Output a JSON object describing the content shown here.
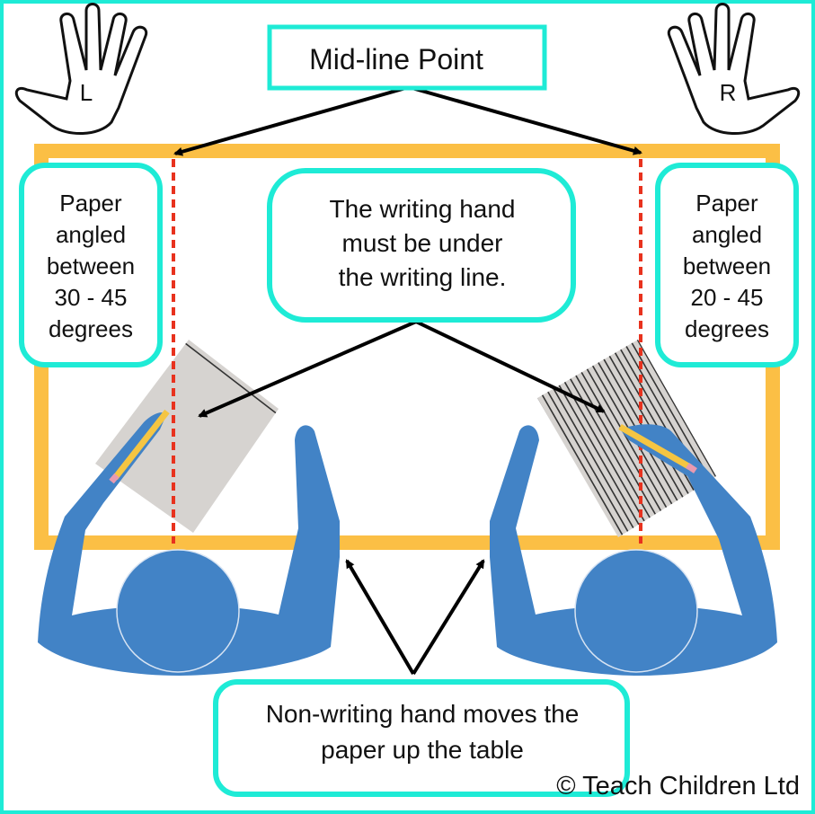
{
  "colors": {
    "frame": "#1EEBD6",
    "table": "#FBBF45",
    "midline": "#E8321E",
    "figure": "#4283C6",
    "paper": "#D6D3D0",
    "arrow": "#000000"
  },
  "hands": {
    "left_letter": "L",
    "right_letter": "R"
  },
  "midline_label": "Mid-line Point",
  "left_note": {
    "lines": [
      "Paper",
      "angled",
      "between",
      "30 - 45",
      "degrees"
    ]
  },
  "right_note": {
    "lines": [
      "Paper",
      "angled",
      "between",
      "20 - 45",
      "degrees"
    ]
  },
  "center_note": {
    "lines": [
      "The writing hand",
      "must be under",
      "the writing line."
    ]
  },
  "bottom_note": {
    "lines": [
      "Non-writing hand moves the",
      "paper up the table"
    ]
  },
  "copyright": "© Teach Children Ltd"
}
